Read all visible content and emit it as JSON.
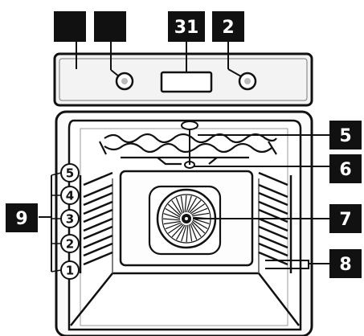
{
  "callouts": {
    "top_1": "",
    "top_2": "",
    "display": "31",
    "knob_right": "2",
    "grill": "5",
    "lamp": "6",
    "fan": "7",
    "side_rails": "8",
    "shelf_levels": "9"
  },
  "shelf_levels": [
    "5",
    "4",
    "3",
    "2",
    "1"
  ]
}
